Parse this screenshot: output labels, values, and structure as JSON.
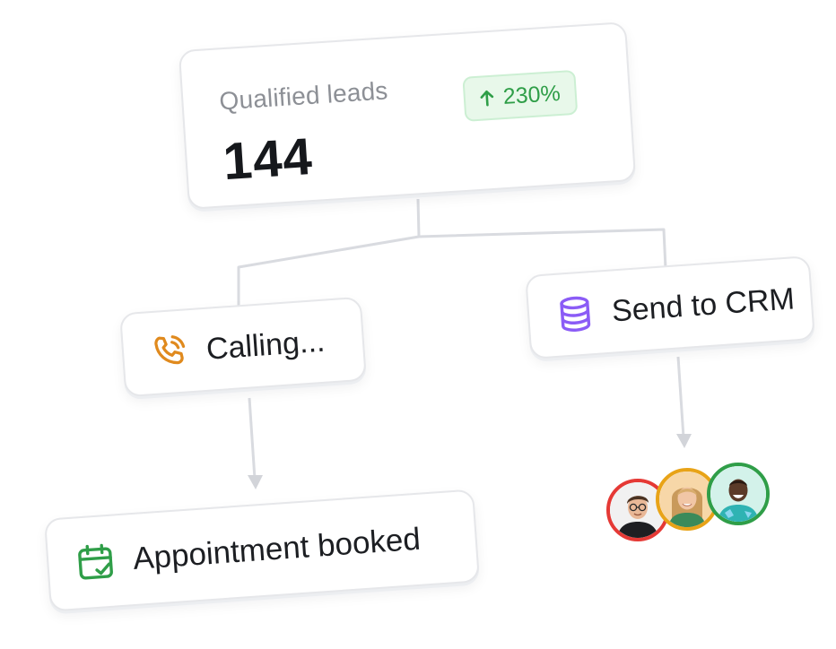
{
  "metric": {
    "label": "Qualified leads",
    "value": "144",
    "change": "230%",
    "change_direction": "up",
    "change_color": "#2f9e48"
  },
  "nodes": {
    "calling": {
      "label": "Calling...",
      "icon": "phone-calling-icon",
      "icon_color": "#e08a1e"
    },
    "crm": {
      "label": "Send to CRM",
      "icon": "database-icon",
      "icon_color": "#8b5cf6"
    },
    "appointment": {
      "label": "Appointment booked",
      "icon": "calendar-check-icon",
      "icon_color": "#2f9e48"
    }
  },
  "avatars": [
    {
      "name": "avatar-person-1",
      "ring_color": "#e53935"
    },
    {
      "name": "avatar-person-2",
      "ring_color": "#e8a317"
    },
    {
      "name": "avatar-person-3",
      "ring_color": "#2f9e48"
    }
  ]
}
